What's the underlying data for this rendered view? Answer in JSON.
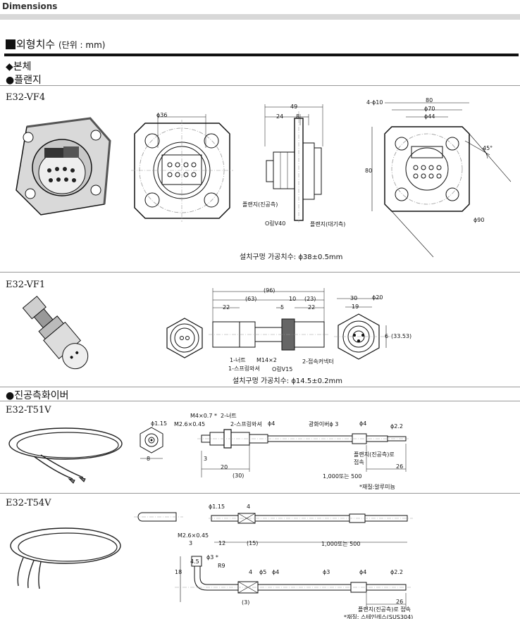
{
  "header": {
    "title": "Dimensions"
  },
  "section": {
    "title": "외형치수",
    "unit": "(단위 : mm)"
  },
  "body_heading": "◆본체",
  "flange_heading": "●플랜지",
  "vf4": {
    "model": "E32-VF4",
    "dim_phi36": "ϕ36",
    "dim_49": "49",
    "dim_24": "24",
    "dim_8": "8",
    "label_flange_vacuum": "플랜지(진공측)",
    "label_oring": "O링V40",
    "label_flange_air": "플랜지(대기측)",
    "dim_4phi10": "4-ϕ10",
    "dim_80": "80",
    "dim_phi70": "ϕ70",
    "dim_phi44": "ϕ44",
    "dim_45": "45°",
    "dim_80v": "80",
    "dim_phi90": "ϕ90",
    "install": "설치구멍 가공치수: ϕ38±0.5mm"
  },
  "vf1": {
    "model": "E32-VF1",
    "dim_96": "(96)",
    "dim_63": "(63)",
    "dim_10": "10",
    "dim_23": "(23)",
    "dim_22a": "22",
    "dim_5": "5",
    "dim_22b": "22",
    "label_nut": "1-너트",
    "label_spring": "1-스프링와셔",
    "label_m14": "M14×2",
    "label_oring": "O링V15",
    "label_connector": "2-접속커넥터",
    "dim_30": "30",
    "dim_phi20": "ϕ20",
    "dim_19": "19",
    "dim_6": "6",
    "dim_3353": "(33.53)",
    "install": "설치구멍 가공치수: ϕ14.5±0.2mm"
  },
  "fiber_heading": "●진공측화이버",
  "t51v": {
    "model": "E32-T51V",
    "dim_phi115": "ϕ1.15",
    "dim_8": "8",
    "label_m4": "M4×0.7 *",
    "label_m26": "M2.6×0.45",
    "label_nut": "2-너트",
    "label_spring": "2-스프링와셔",
    "dim_phi4a": "ϕ4",
    "label_fiber": "광화이버ϕ 3",
    "dim_phi4b": "ϕ4",
    "dim_phi22": "ϕ2.2",
    "label_flange": "플랜지(진공측)로",
    "label_connect": "접속",
    "dim_3": "3",
    "dim_20": "20",
    "dim_26": "26",
    "dim_30": "(30)",
    "dim_length": "1,000또는 500",
    "note": "*재질:알루미늄"
  },
  "t54v": {
    "model": "E32-T54V",
    "dim_phi115": "ϕ1.15",
    "dim_4": "4",
    "label_m26": "M2.6×0.45",
    "dim_3": "3",
    "dim_12": "12",
    "dim_15": "(15)",
    "dim_length": "1,000또는 500",
    "dim_phi3star": "ϕ3 *",
    "dim_45": "4.5",
    "dim_r9": "R9",
    "dim_18": "18",
    "dim_4b": "4",
    "dim_phi5": "ϕ5",
    "dim_phi4a": "ϕ4",
    "dim_phi3": "ϕ3",
    "dim_phi4b": "ϕ4",
    "dim_phi22": "ϕ2.2",
    "dim_3b": "(3)",
    "dim_26": "26",
    "label_flange": "플랜지(진공측)로 접속",
    "note": "*재질: 스테인레스(SUS304)"
  }
}
